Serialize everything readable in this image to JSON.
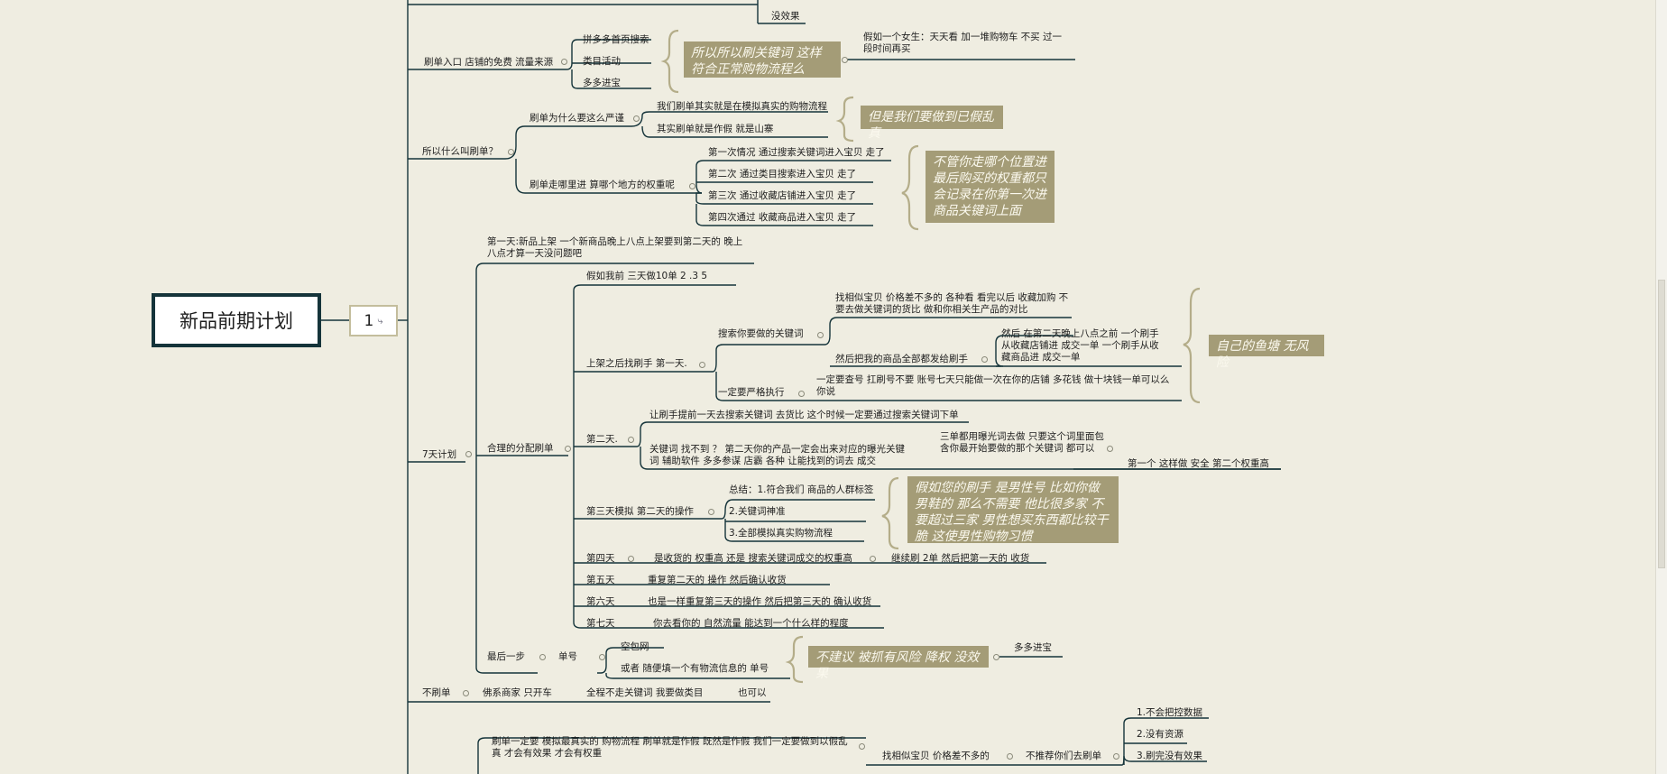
{
  "root": {
    "title": "新品前期计划",
    "badge": "1"
  },
  "top": {
    "no_effect": "没效果",
    "entry_label": "刷单入口 店铺的免费 流量来源",
    "entry_items": [
      "拼多多首页搜索",
      "类目活动",
      "多多进宝"
    ],
    "entry_note": "所以所以刷关键词 这样符合正常购物流程么",
    "girl_text": "假如一个女生：天天看   加一堆购物车   不买     过一段时间再买"
  },
  "what": {
    "label": "所以什么叫刷单？",
    "why_label": "刷单为什么要这么严谨",
    "why_items": [
      "我们刷单其实就是在模拟真实的购物流程",
      "其实刷单就是作假  就是山寨"
    ],
    "why_note": "但是我们要做到已假乱真",
    "weight_label": "刷单走哪里进  算哪个地方的权重呢",
    "weight_items": [
      "第一次情况  通过搜索关键词进入宝贝  走了",
      "第二次 通过类目搜索进入宝贝   走了",
      "第三次 通过收藏店铺进入宝贝    走了",
      "第四次通过 收藏商品进入宝贝     走了"
    ],
    "weight_note": "不管你走哪个位置进最后购买的权重都只会记录在你第一次进商品关键词上面"
  },
  "plan": {
    "label": "7天计划",
    "day1_launch": "第一天:新品上架   一个新商品晚上八点上架要到第二天的 晚上八点才算一天没问题吧",
    "dist_label": "合理的分配刷单",
    "assume": "假如我前 三天做10单       2   .3     5",
    "day1_find": "上架之后找刷手 第一天.",
    "search_kw": "搜索你要做的关键词",
    "similar": "找相似宝贝     价格差不多的     各种看     看完以后 收藏加购     不要去做关键词的货比  做和你相关生产品的对比",
    "then_fav": "然后把我的商品全部都发给刷手",
    "second_day": "然后  在第二天晚上八点之前   一个刷手从收藏店铺进  成交一单     一个刷手从收藏商品进  成交一单",
    "strict": "一定要严格执行",
    "strict_detail": "一定要查号 扛刷号不要   账号七天只能做一次在你的店铺     多花钱 做十块钱一单可以么  你说",
    "note_safe": "自己的鱼塘  无风险",
    "day2": "第二天.",
    "day2_search": "让刷手提前一天去搜索关键词 去货比  这个时候一定要通过搜索关键词下单",
    "kw_not_found": "关键词  找不到  ？   第二天你的产品一定会出来对应的曝光关键词      辅助软件     多多参谋    店霸     各种   让能找到的词去 成交",
    "three_orders": "三单都用曝光词去做  只要这个词里面包含你最开始要做的那个关键词  都可以",
    "first_safe": "第一个  这样做 安全   第二个权重高",
    "day3": "第三天模拟  第二天的操作",
    "day3_items": [
      "总结：1.符合我们  商品的人群标签",
      "2.关键词神准",
      "3.全部模拟真实购物流程"
    ],
    "note_gender": "假如您的刷手   是男性号   比如你做男鞋的   那么不需要   他比很多家    不要超过三家  男性想买东西都比较干脆  这使男性购物习惯",
    "day4": "第四天",
    "day4_text": "是收货的   权重高   还是  搜索关键词成交的权重高",
    "day4_more": "继续刷  2单   然后把第一天的   收货",
    "day5": "第五天",
    "day5_text": "重复第二天的   操作    然后确认收货",
    "day6": "第六天",
    "day6_text": "也是一样重复第三天的操作 然后把第三天的   确认收货",
    "day7": "第七天",
    "day7_text": "你去看你的    自然流量   能达到一个什么样的程度",
    "last_step": "最后一步",
    "order_no": "单号",
    "order_items": [
      "空包网",
      "或者 随便填一个有物流信息的  单号"
    ],
    "note_risk": "不建议  被抓有风险  降权  没效果",
    "duoduo": "多多进宝"
  },
  "no_brush": {
    "label": "不刷单",
    "buddha": "佛系商家   只开车",
    "full": "全程不走关键词   我要做类目",
    "also_ok": "也可以"
  },
  "bottom": {
    "must": "刷单一定要  模拟最真实的 购物流程     刷单就是作假 既然是作假   我们一定要做到以假乱真     才会有效果   才会有权重",
    "find_similar": "找相似宝贝     价格差不多的",
    "not_recommend": "不推荐你们去刷单",
    "reasons": [
      "1.不会把控数据",
      "2.没有资源",
      "3.刷完没有效果"
    ]
  },
  "colors": {
    "bg": "#efede1",
    "line": "#15343a",
    "note": "#a49c77"
  }
}
